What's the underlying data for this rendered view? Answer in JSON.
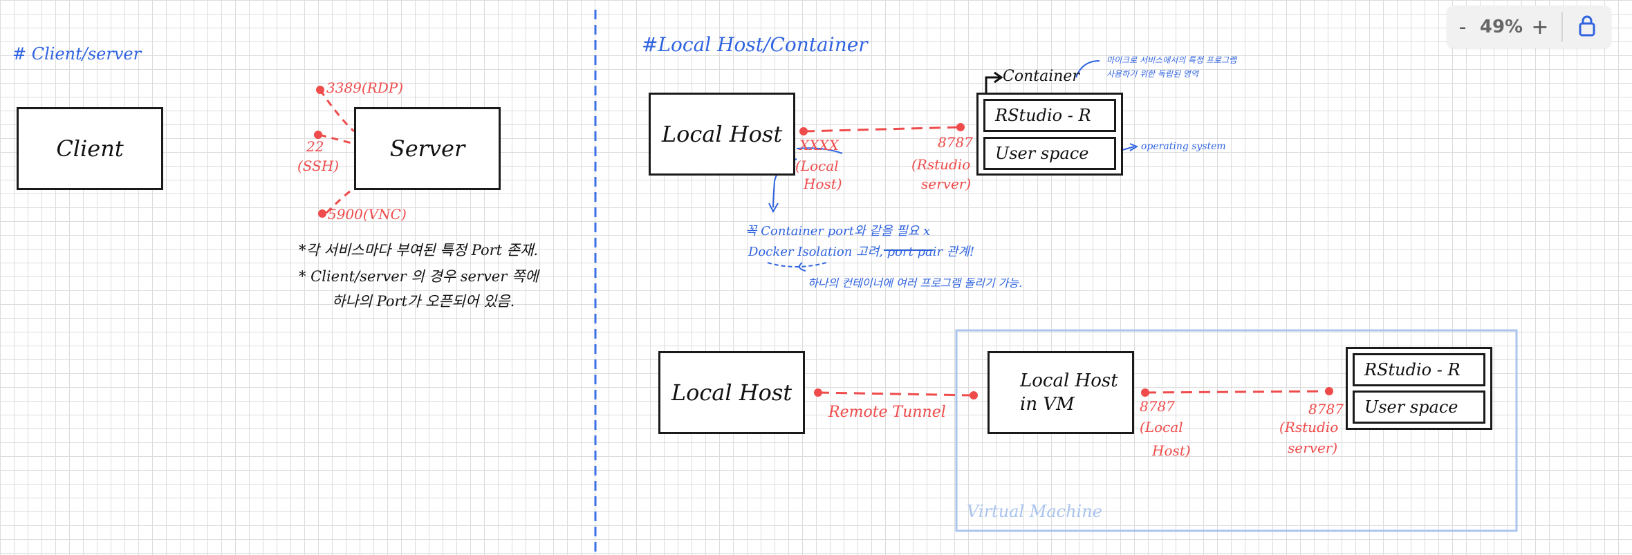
{
  "toolbar": {
    "zoom_out": "-",
    "zoom_level": "49%",
    "zoom_in": "+",
    "lock_icon": "lock-icon",
    "accent": "#2f63e0"
  },
  "colors": {
    "blue": "#2f63e0",
    "red": "#ef4b4b",
    "vm": "#aac4ee",
    "ink": "#111111"
  },
  "left": {
    "heading": "# Client/server",
    "client": "Client",
    "server": "Server",
    "port_rdp": "3389(RDP)",
    "port_ssh_num": "22",
    "port_ssh_name": "(SSH)",
    "port_vnc": "5900(VNC)",
    "note1": "*각 서비스마다 부여된 특정 Port 존재.",
    "note2": "* Client/server 의 경우 server 쪽에",
    "note3": "하나의 Port가 오픈되어 있음."
  },
  "right": {
    "heading": "#Local Host/Container",
    "container_label": "Container",
    "micro_note1": "마이크로 서비스에서의 특정 프로그램",
    "micro_note2": "사용하기 위한 독립된 영역",
    "local_host": "Local Host",
    "rstudio": "RStudio - R",
    "user_space": "User space",
    "os_note": "operating system",
    "host_port": "XXXX",
    "host_port_label1": "(Local",
    "host_port_label2": "Host)",
    "container_port": "8787",
    "container_port_label1": "(Rstudio",
    "container_port_label2": "server)",
    "note1": "꼭 Container port와 같을 필요 x",
    "note2": "Docker Isolation 고려, port pair 관계!",
    "note3": "하나의 컨테이너에 여러 프로그램 돌리기 가능."
  },
  "bottom": {
    "local_host": "Local Host",
    "tunnel": "Remote Tunnel",
    "vm_host1": "Local Host",
    "vm_host2": "in VM",
    "vm_port": "8787",
    "vm_port_label1": "(Local",
    "vm_port_label2": "Host)",
    "container_port": "8787",
    "container_port_label1": "(Rstudio",
    "container_port_label2": "server)",
    "rstudio": "RStudio - R",
    "user_space": "User space",
    "vm_label": "Virtual Machine"
  }
}
